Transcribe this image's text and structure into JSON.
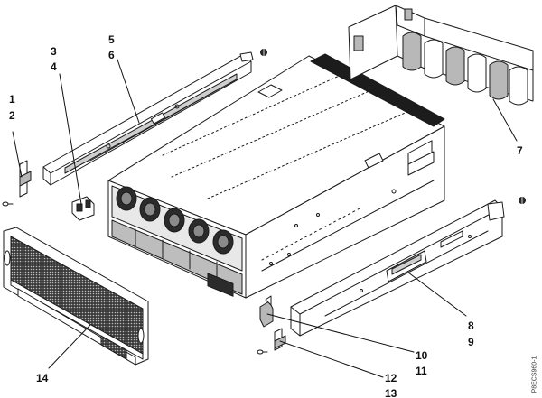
{
  "figure_id": "P8ECS960-1",
  "callouts": {
    "c1": "1",
    "c2": "2",
    "c3": "3",
    "c4": "4",
    "c5": "5",
    "c6": "6",
    "c7": "7",
    "c8": "8",
    "c9": "9",
    "c10": "10",
    "c11": "11",
    "c12": "12",
    "c13": "13",
    "c14": "14"
  },
  "colors": {
    "line": "#1a1a1a",
    "shade": "#b8b8b8",
    "dark": "#2b2b2b",
    "mesh": "#444444"
  },
  "icons": [
    "server-chassis",
    "fan",
    "rail",
    "cable-arm",
    "bezel",
    "bracket",
    "screw"
  ]
}
